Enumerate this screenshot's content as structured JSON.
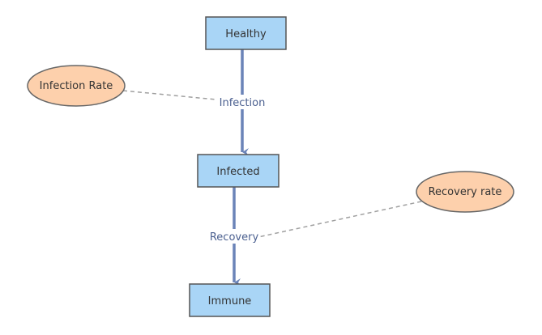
{
  "colors": {
    "stock_fill": "#a9d5f6",
    "stock_stroke": "#555555",
    "aux_fill": "#fdd0ac",
    "aux_stroke": "#666666",
    "flow_line": "#6b84b8",
    "dashed_link": "#a0a0a0",
    "label_text": "#4a5f8f"
  },
  "stocks": {
    "healthy": {
      "label": "Healthy"
    },
    "infected": {
      "label": "Infected"
    },
    "immune": {
      "label": "Immune"
    }
  },
  "auxiliaries": {
    "infection_rate": {
      "label": "Infection Rate"
    },
    "recovery_rate": {
      "label": "Recovery rate"
    }
  },
  "flows": {
    "infection": {
      "label": "Infection"
    },
    "recovery": {
      "label": "Recovery"
    }
  }
}
